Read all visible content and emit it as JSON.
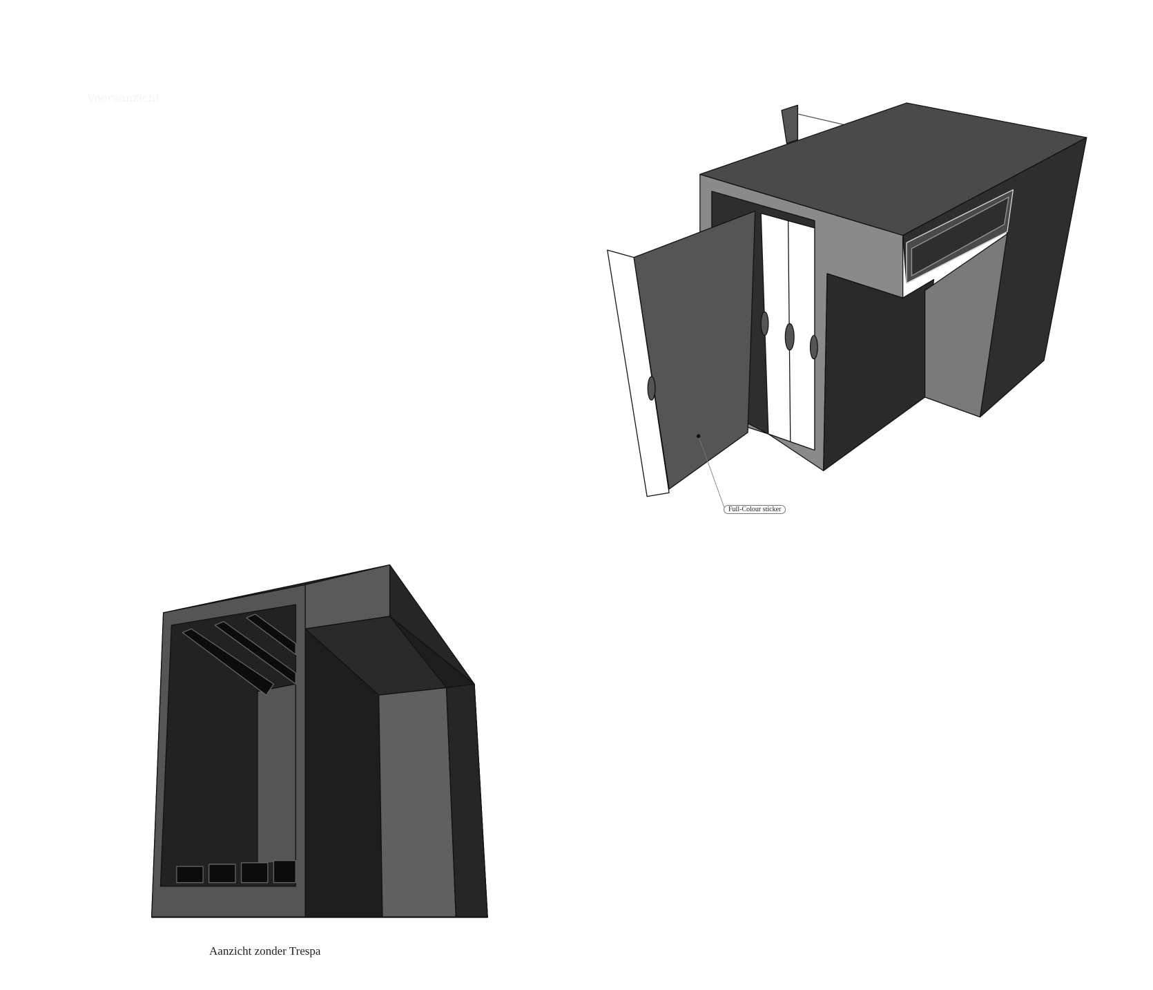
{
  "labels": {
    "front_view_title": "Vooraanzicht",
    "callout": "Full-Colour sticker",
    "caption": "Aanzicht zonder Trespa"
  },
  "colors": {
    "top": "#4a4a4a",
    "front": "#8a8a8a",
    "dark": "#2a2a2a",
    "door": "#555555",
    "white": "#ffffff"
  }
}
